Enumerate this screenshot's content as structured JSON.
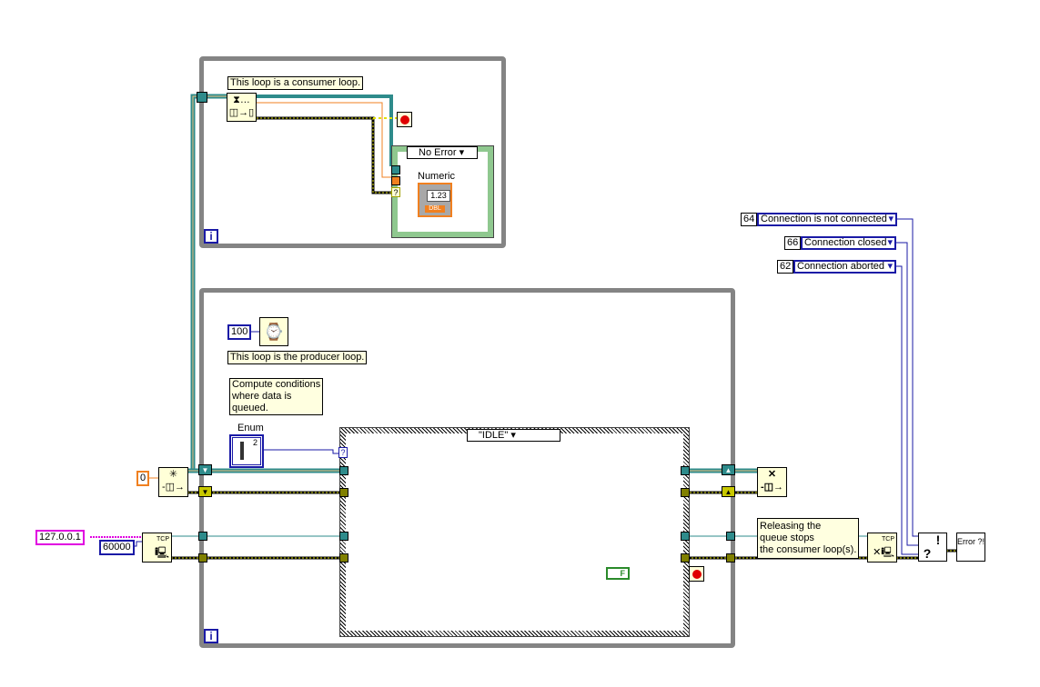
{
  "consumer_loop": {
    "comment": "This loop is a consumer loop.",
    "iteration_label": "i",
    "case_selector": "No Error",
    "indicator_label": "Numeric",
    "indicator_value": "1.23",
    "indicator_type": "DBL",
    "selector_terminal": "?"
  },
  "producer_loop": {
    "wait_ms": "100",
    "comment": "This loop is the producer loop.",
    "comment2": "Compute conditions\nwhere data is\nqueued.",
    "enum_label": "Enum",
    "enum_value": "2",
    "case_selector": "\"IDLE\"",
    "selector_terminal": "?",
    "iteration_label": "i",
    "stop_constant": "F"
  },
  "inputs": {
    "queue_size": "0",
    "address": "127.0.0.1",
    "port": "60000"
  },
  "release_comment": "Releasing the\nqueue stops\nthe consumer loop(s).",
  "error_constants": [
    {
      "code": "64",
      "label": "Connection is not connected"
    },
    {
      "code": "66",
      "label": "Connection closed"
    },
    {
      "code": "62",
      "label": "Connection aborted"
    }
  ],
  "node_labels": {
    "tcp": "TCP",
    "error": "Error ?!",
    "exclaim": "!",
    "question": "?"
  },
  "colors": {
    "loop_border": "#848484",
    "queue_wire": "#2e8b8b",
    "error_wire": "#c8c800",
    "enum_blue": "#1a1aa6",
    "string_pink": "#e000e0",
    "numeric_orange": "#f08020"
  }
}
